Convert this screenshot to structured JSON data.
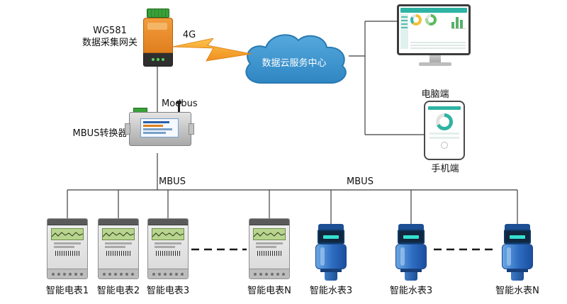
{
  "diagram": {
    "gateway": {
      "name_line1": "WG581",
      "name_line2": "数据采集网关"
    },
    "wireless_label": "4G",
    "cloud_label": "数据云服务中心",
    "pc_label": "电脑端",
    "phone_label": "手机端",
    "modbus_label": "Modbus",
    "converter_label": "MBUS转换器",
    "mbus_label_left": "MBUS",
    "mbus_label_right": "MBUS",
    "electric_meters": [
      {
        "label": "智能电表1"
      },
      {
        "label": "智能电表2"
      },
      {
        "label": "智能电表3"
      },
      {
        "label": "智能电表N"
      }
    ],
    "water_meters": [
      {
        "label": "智能水表3"
      },
      {
        "label": "智能水表3"
      },
      {
        "label": "智能水表N"
      }
    ],
    "colors": {
      "cloud_fill": "#3d9ad1",
      "lightning": "#f5a623",
      "wire": "#3f3f3f",
      "meter_lcd": "#b8d48e",
      "water_blue": "#2d6cc0",
      "dashboard_teal": "#2fb3a3"
    }
  }
}
